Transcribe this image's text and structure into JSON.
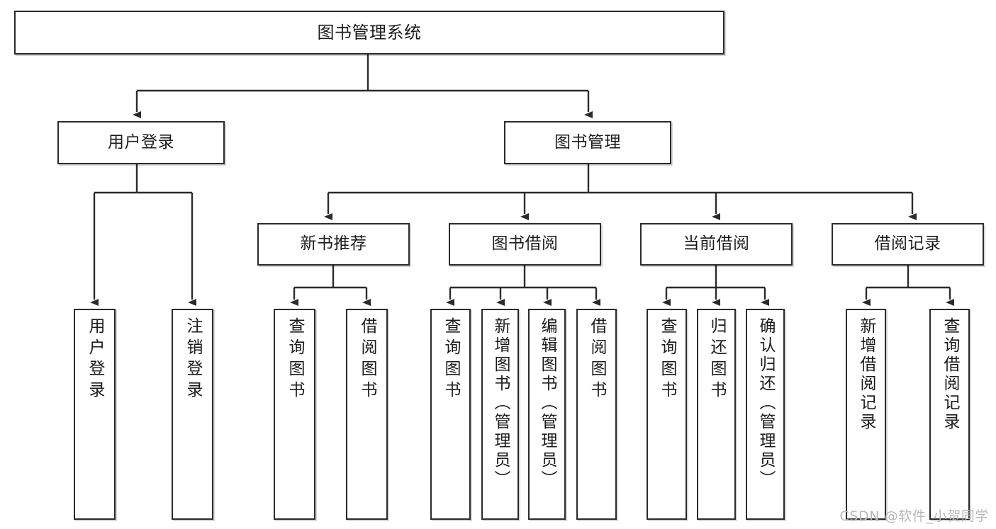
{
  "diagram": {
    "type": "tree",
    "title": "图书管理系统",
    "orientation": "top-down",
    "colors": {
      "stroke": "#2b2b2b",
      "fill": "#ffffff",
      "text": "#1c1c1c",
      "watermark": "#b9b9b9",
      "background": "#ffffff"
    }
  },
  "root": {
    "label": "图书管理系统"
  },
  "level2": [
    {
      "label": "用户登录"
    },
    {
      "label": "图书管理"
    }
  ],
  "level3": [
    {
      "label": "新书推荐"
    },
    {
      "label": "图书借阅"
    },
    {
      "label": "当前借阅"
    },
    {
      "label": "借阅记录"
    }
  ],
  "leaves": {
    "user_login": [
      {
        "label": "用户登录"
      },
      {
        "label": "注销登录"
      }
    ],
    "new_book": [
      {
        "label": "查询图书"
      },
      {
        "label": "借阅图书"
      }
    ],
    "book_borrow": [
      {
        "label": "查询图书"
      },
      {
        "label": "新增图书（管理员）"
      },
      {
        "label": "编辑图书（管理员）"
      },
      {
        "label": "借阅图书"
      }
    ],
    "current_borrow": [
      {
        "label": "查询图书"
      },
      {
        "label": "归还图书"
      },
      {
        "label": "确认归还（管理员）"
      }
    ],
    "borrow_record": [
      {
        "label": "新增借阅记录"
      },
      {
        "label": "查询借阅记录"
      }
    ]
  },
  "watermark": {
    "text": "CSDN @软件_小贺同学"
  }
}
